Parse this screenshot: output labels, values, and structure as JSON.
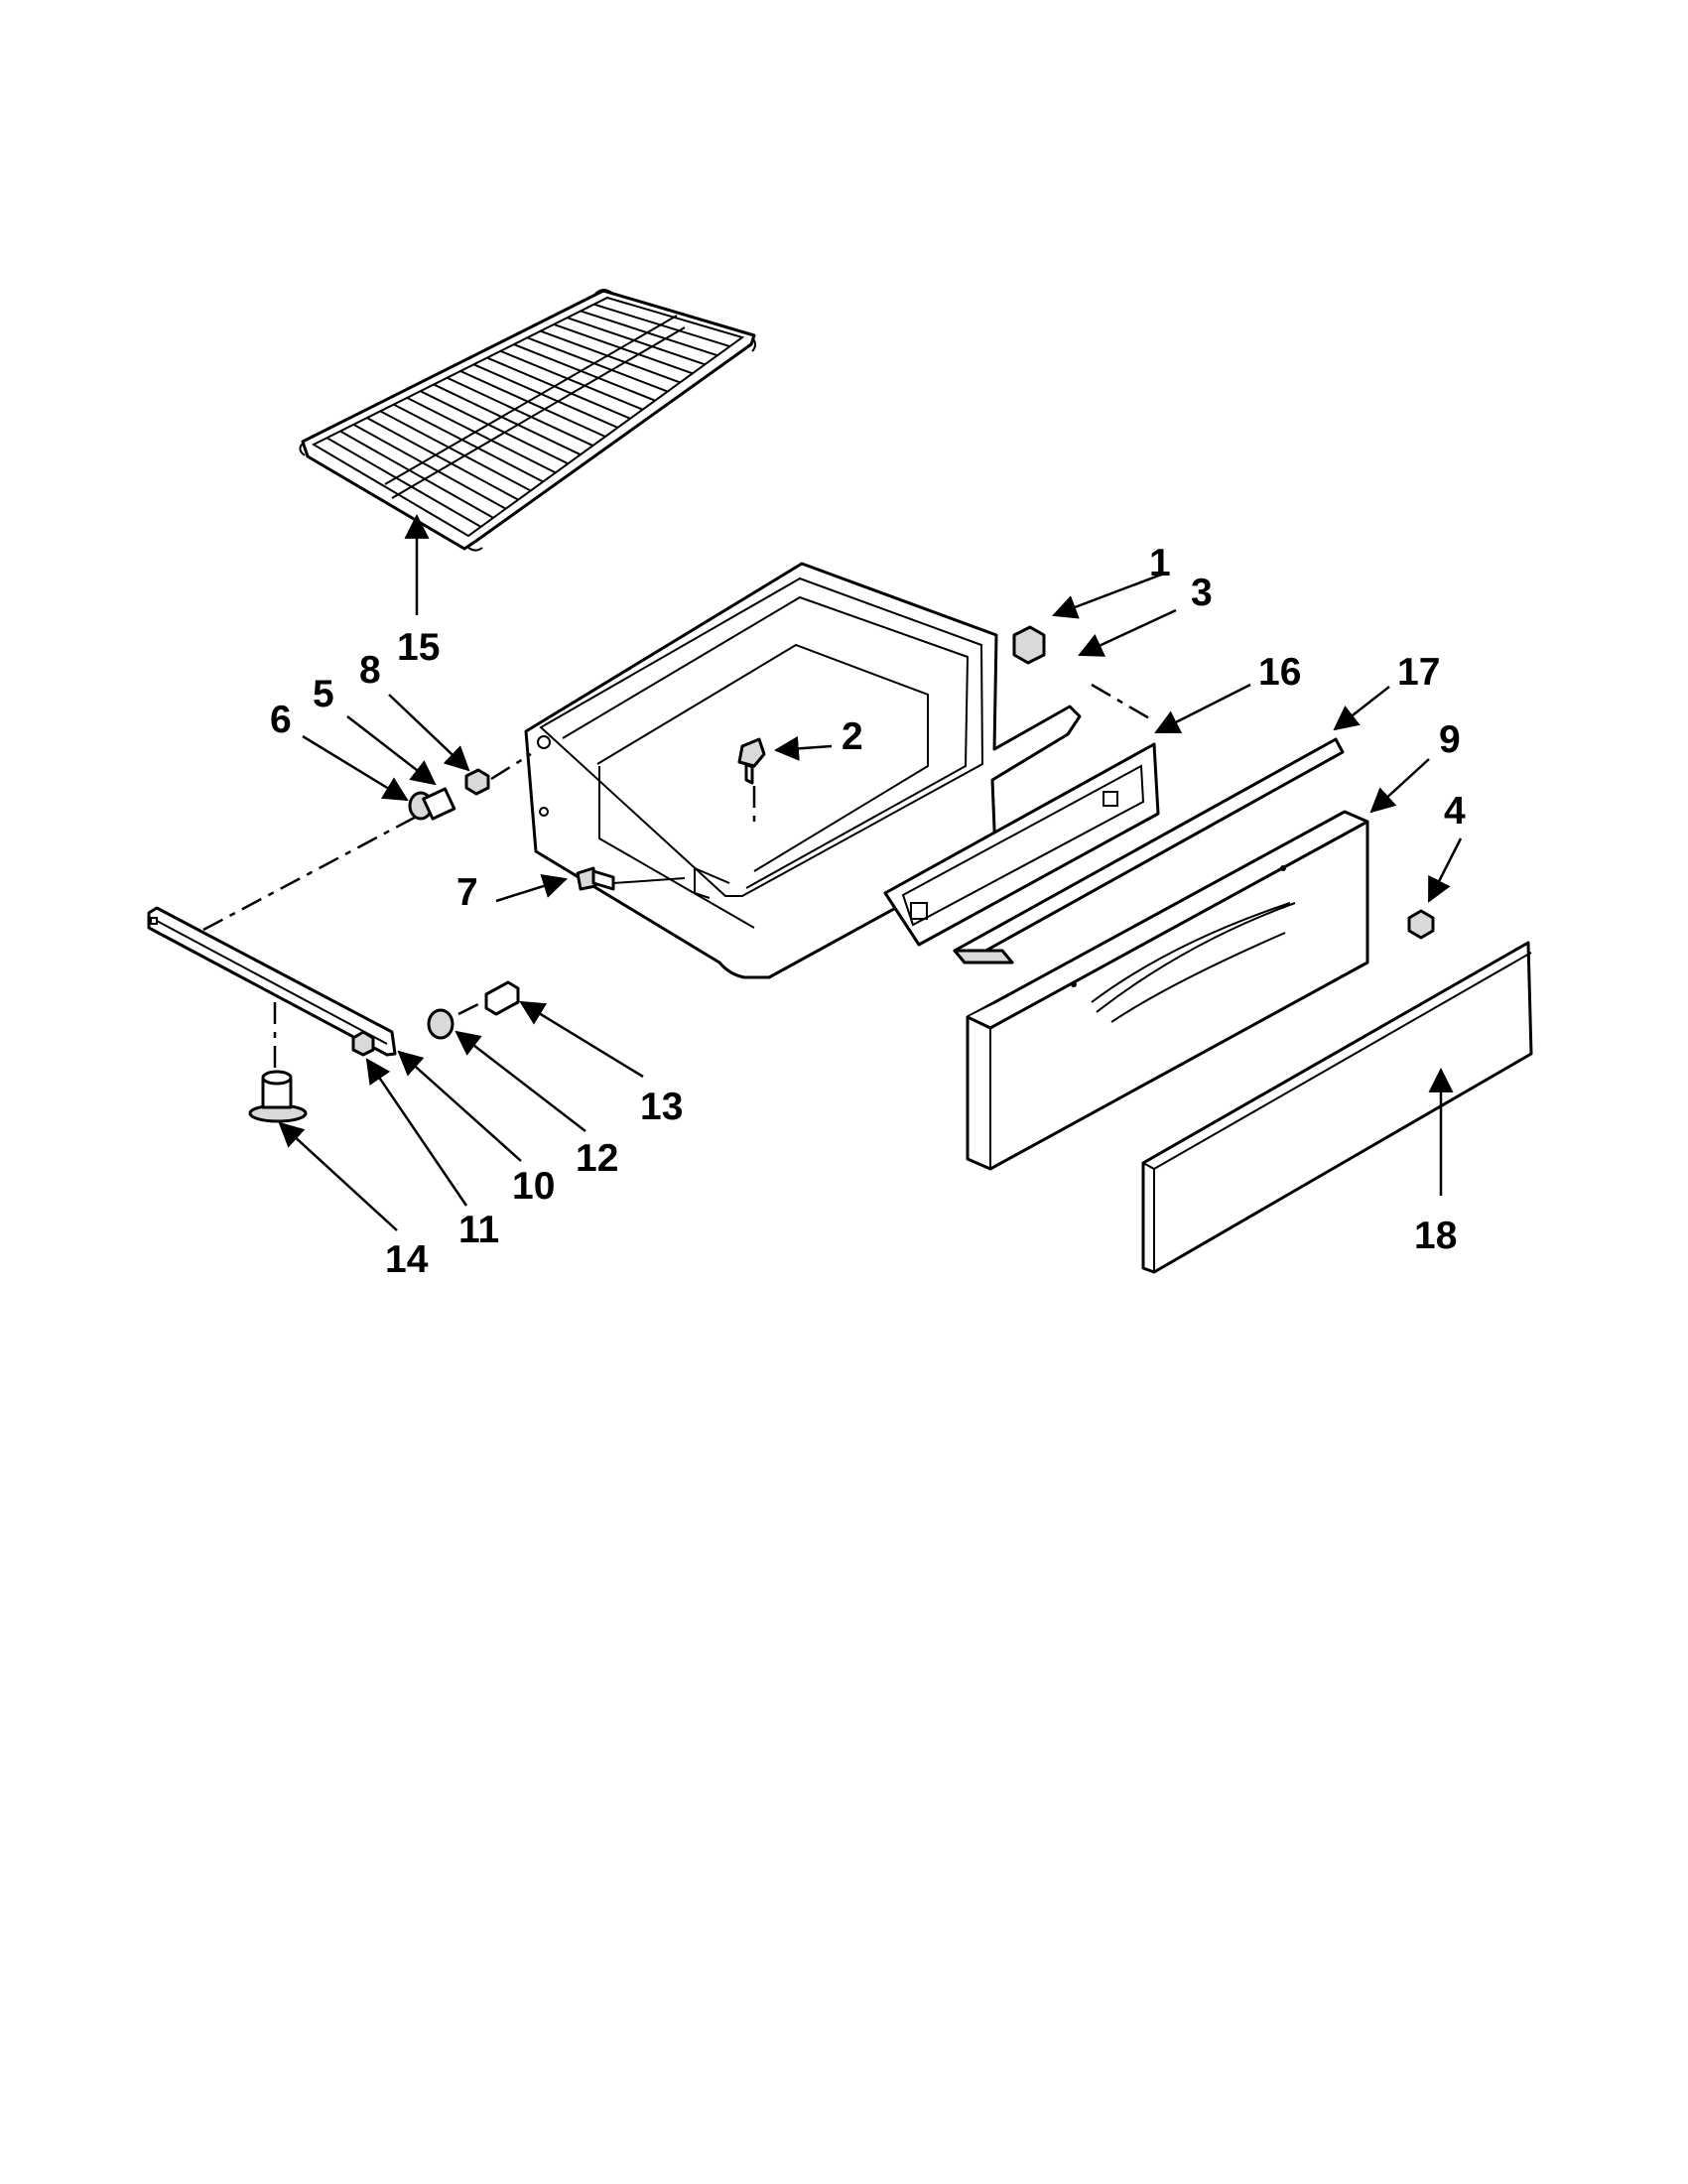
{
  "diagram": {
    "callouts": [
      {
        "id": "1",
        "label": "1"
      },
      {
        "id": "2",
        "label": "2"
      },
      {
        "id": "3",
        "label": "3"
      },
      {
        "id": "4",
        "label": "4"
      },
      {
        "id": "5",
        "label": "5"
      },
      {
        "id": "6",
        "label": "6"
      },
      {
        "id": "7",
        "label": "7"
      },
      {
        "id": "8",
        "label": "8"
      },
      {
        "id": "9",
        "label": "9"
      },
      {
        "id": "10",
        "label": "10"
      },
      {
        "id": "11",
        "label": "11"
      },
      {
        "id": "12",
        "label": "12"
      },
      {
        "id": "13",
        "label": "13"
      },
      {
        "id": "14",
        "label": "14"
      },
      {
        "id": "15",
        "label": "15"
      },
      {
        "id": "16",
        "label": "16"
      },
      {
        "id": "17",
        "label": "17"
      },
      {
        "id": "18",
        "label": "18"
      }
    ]
  }
}
